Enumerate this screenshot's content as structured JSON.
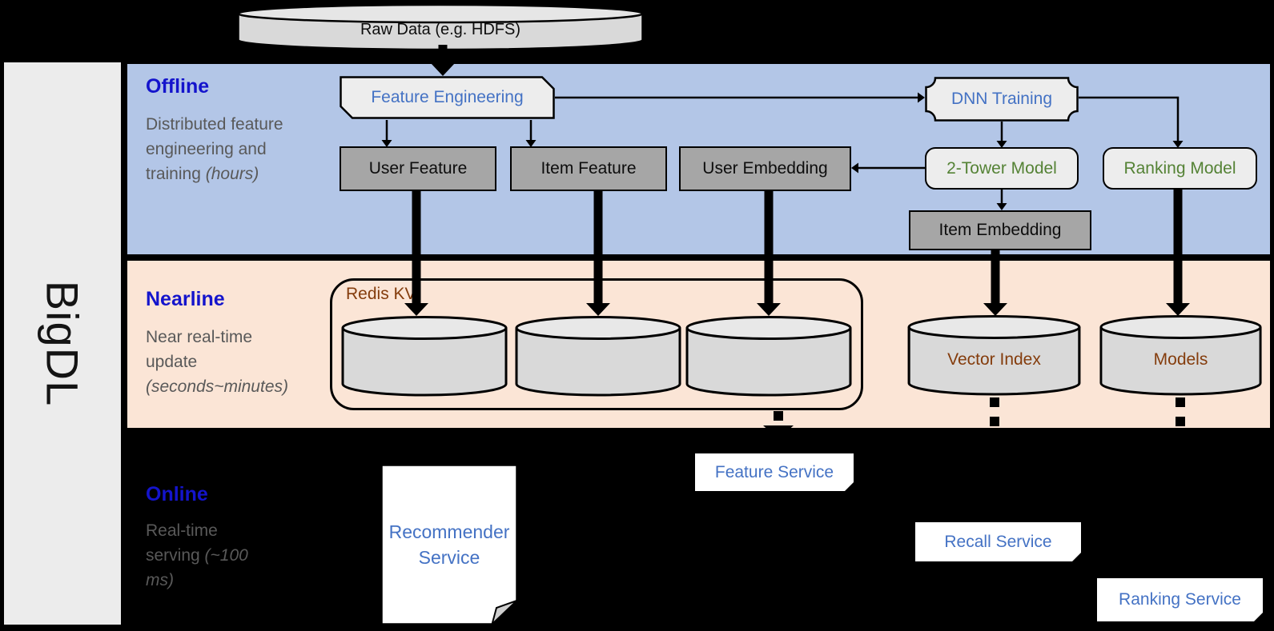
{
  "brand": "BigDL",
  "raw_data_label": "Raw Data (e.g. HDFS)",
  "sections": {
    "offline": {
      "title": "Offline",
      "subtitle": "Distributed feature engineering and training",
      "subtitle_italic": "(hours)"
    },
    "nearline": {
      "title": "Nearline",
      "subtitle": "Near real-time update",
      "subtitle_italic": "(seconds~minutes)"
    },
    "online": {
      "title": "Online",
      "subtitle": "Real-time serving",
      "subtitle_italic": "(~100 ms)"
    }
  },
  "nodes": {
    "feature_engineering": "Feature Engineering",
    "dnn_training": "DNN Training",
    "user_feature": "User Feature",
    "item_feature": "Item Feature",
    "user_embedding": "User Embedding",
    "two_tower_model": "2-Tower Model",
    "ranking_model": "Ranking Model",
    "item_embedding": "Item Embedding",
    "redis_kv": "Redis KV",
    "vector_index": "Vector Index",
    "models": "Models",
    "feature_service": "Feature Service",
    "recommender_service": "Recommender Service",
    "recall_service": "Recall Service",
    "ranking_service": "Ranking Service"
  },
  "colors": {
    "offline_band": "#b3c6e7",
    "nearline_band": "#fbe5d6",
    "background": "#000000",
    "section_title_blue": "#1414cc",
    "node_blue_text": "#4472c4",
    "node_green_text": "#548235",
    "storage_brown_text": "#843c0c",
    "subtitle_gray": "#595959",
    "gray_box_fill": "#a6a6a6",
    "light_box_fill": "#ededed",
    "cylinder_fill": "#d9d9d9"
  }
}
